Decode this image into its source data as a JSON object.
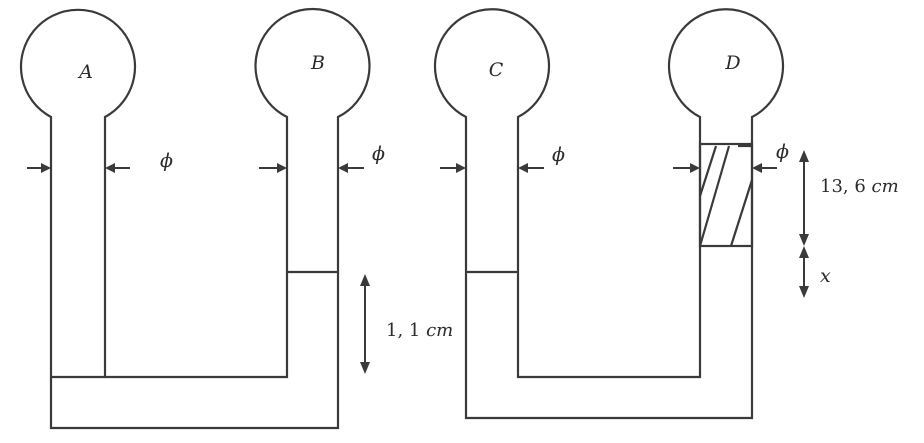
{
  "bulbs": {
    "a": "A",
    "b": "B",
    "c": "C",
    "d": "D"
  },
  "diameter_symbol": "ϕ",
  "measurements": {
    "left_level_difference": "1, 1",
    "left_level_unit": "cm",
    "right_column_height": "13, 6",
    "right_column_unit": "cm",
    "right_unknown": "x"
  }
}
